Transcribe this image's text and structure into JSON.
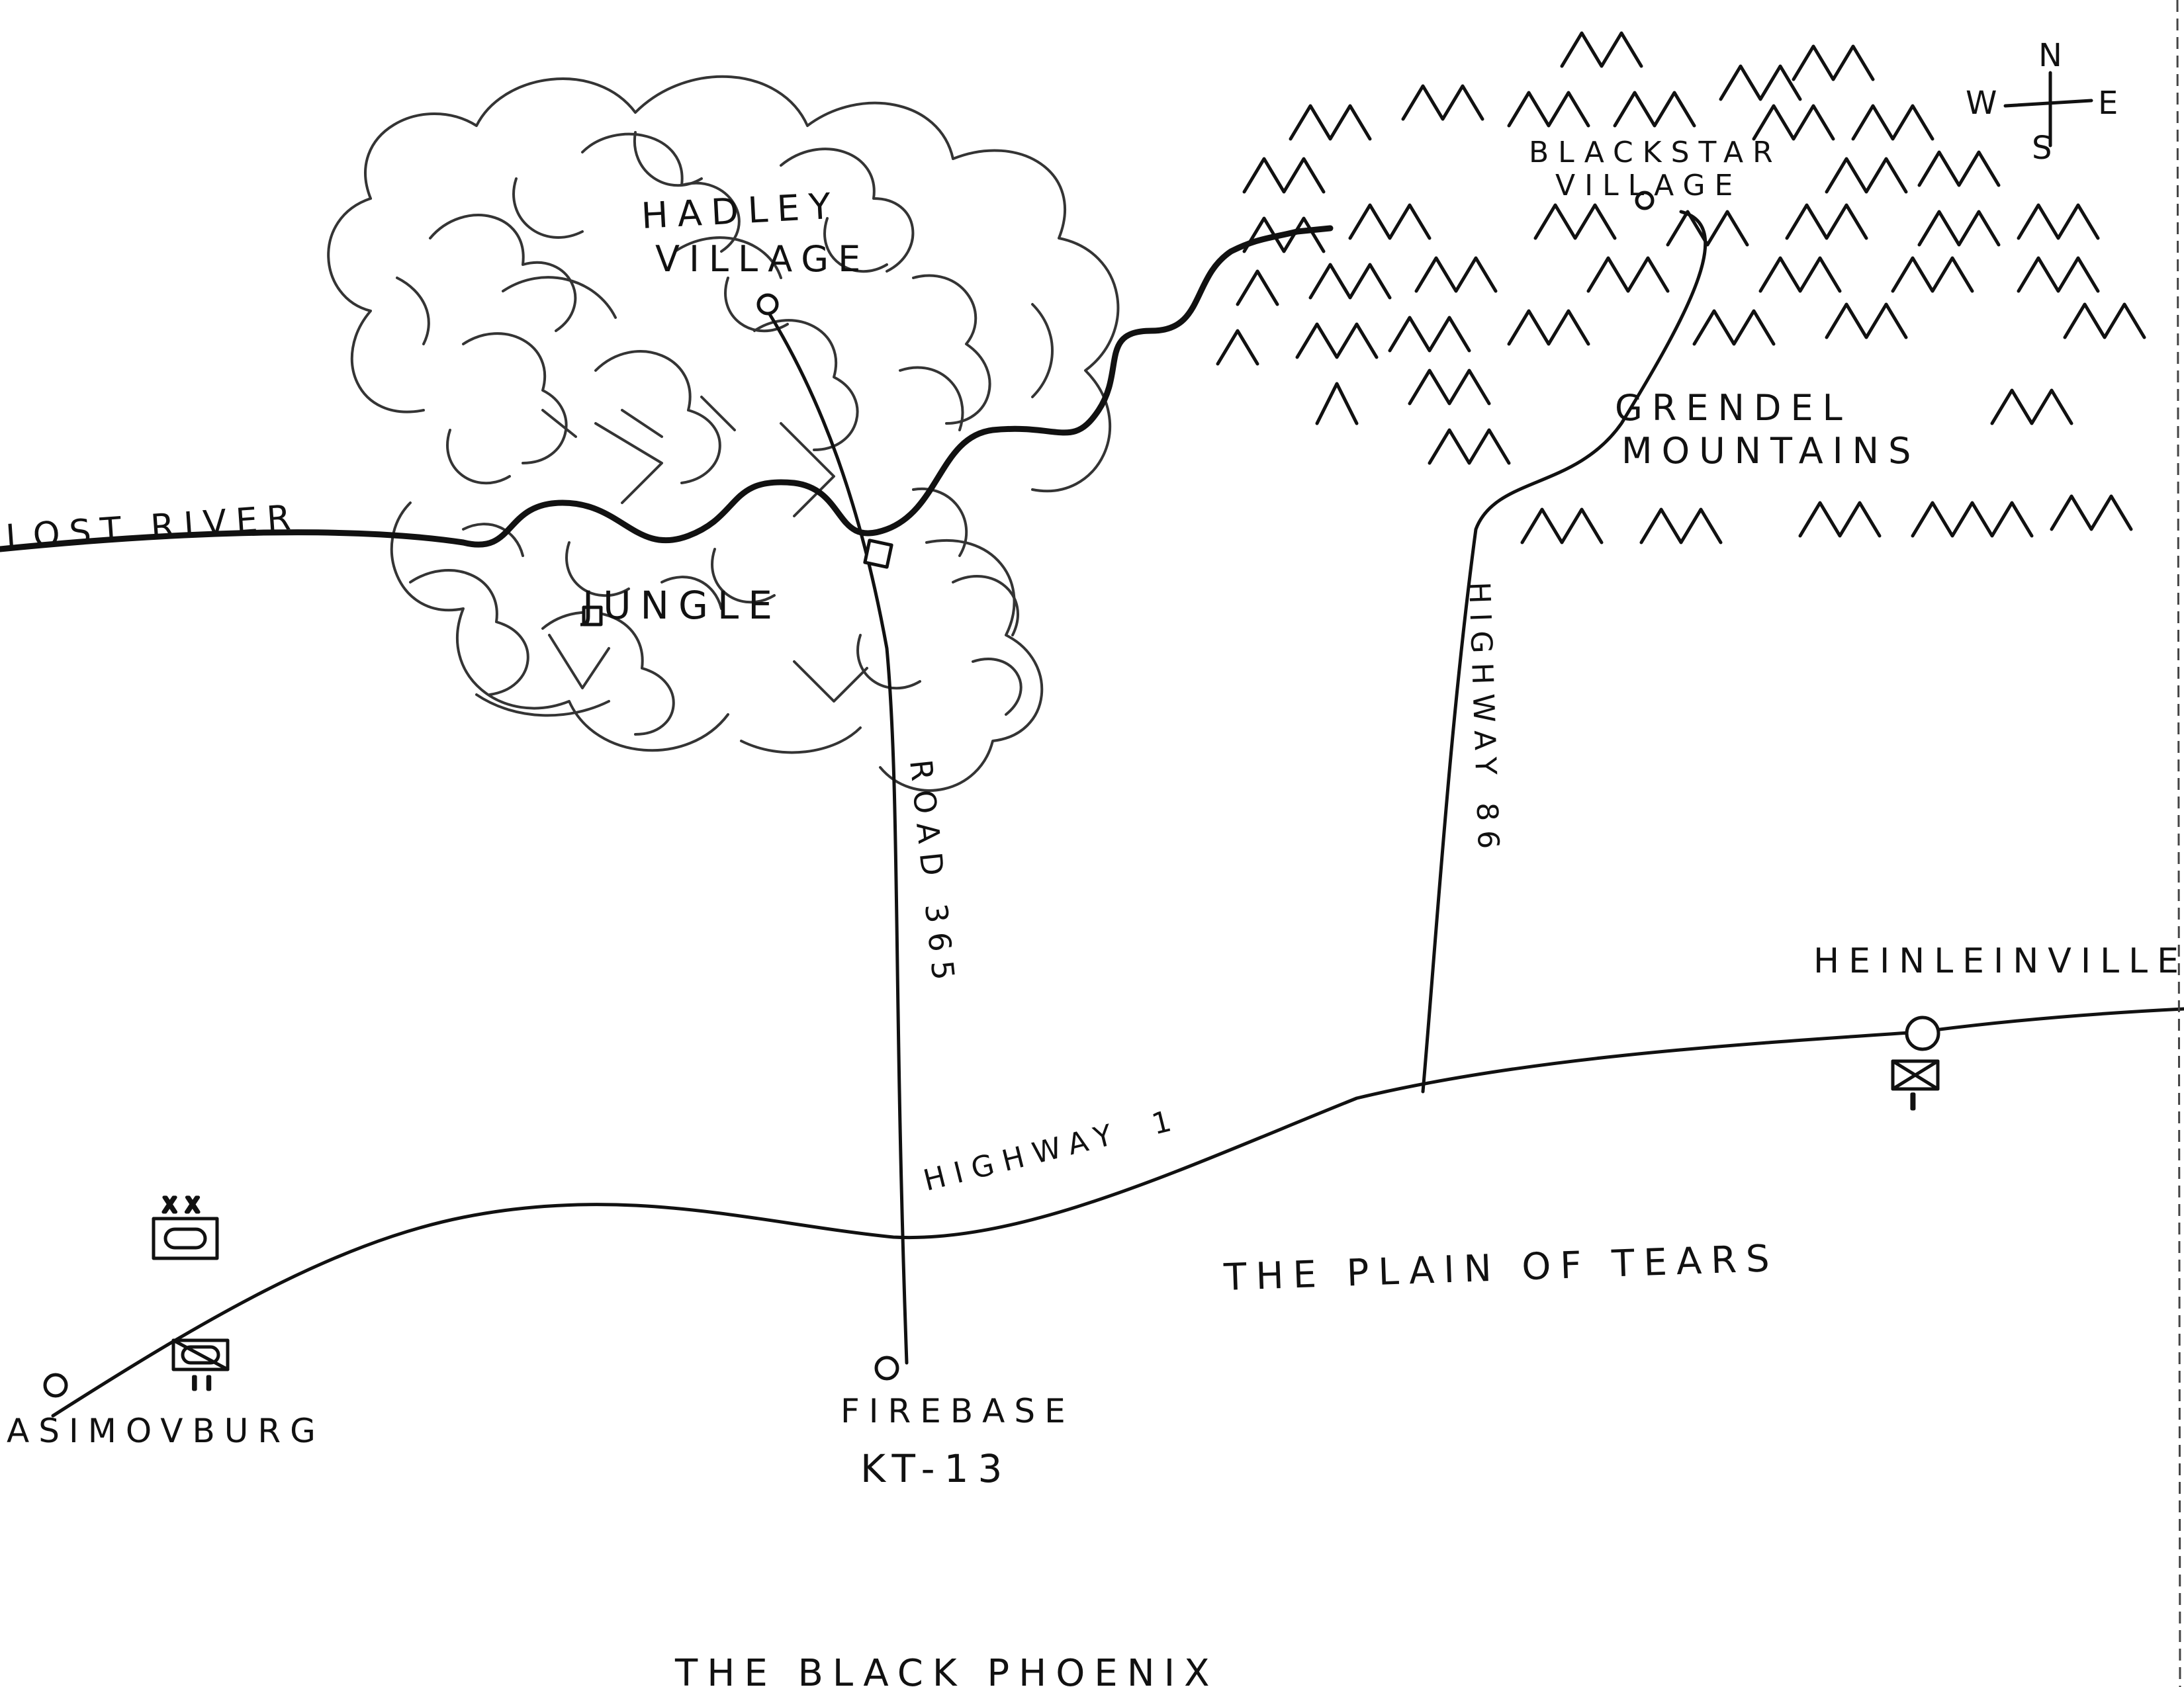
{
  "map": {
    "labels": {
      "hadley_line1": "HADLEY",
      "hadley_line2": "VILLAGE",
      "blackstar_line1": "BLACKSTAR",
      "blackstar_line2": "VILLAGE",
      "grendel_line1": "GRENDEL",
      "grendel_line2": "MOUNTAINS",
      "lost_river": "LOST RIVER",
      "jungle": "JUNGLE",
      "road": "ROAD 365",
      "highway86": "HIGHWAY 86",
      "highway1_word": "HIGHWAY",
      "highway1_num": "1",
      "heinleinville": "HEINLEINVILLE",
      "plain": "THE PLAIN OF TEARS",
      "asimovburg": "ASIMOVBURG",
      "firebase_line1": "FIREBASE",
      "firebase_line2": "KT-13",
      "title": "THE BLACK PHOENIX"
    },
    "compass": {
      "n": "N",
      "s": "S",
      "e": "E",
      "w": "W"
    },
    "unit_symbols": {
      "division_size": "XX",
      "battalion_size": "II",
      "company_size": "I"
    },
    "colors": {
      "ink": "#111111",
      "paper": "#ffffff"
    }
  }
}
